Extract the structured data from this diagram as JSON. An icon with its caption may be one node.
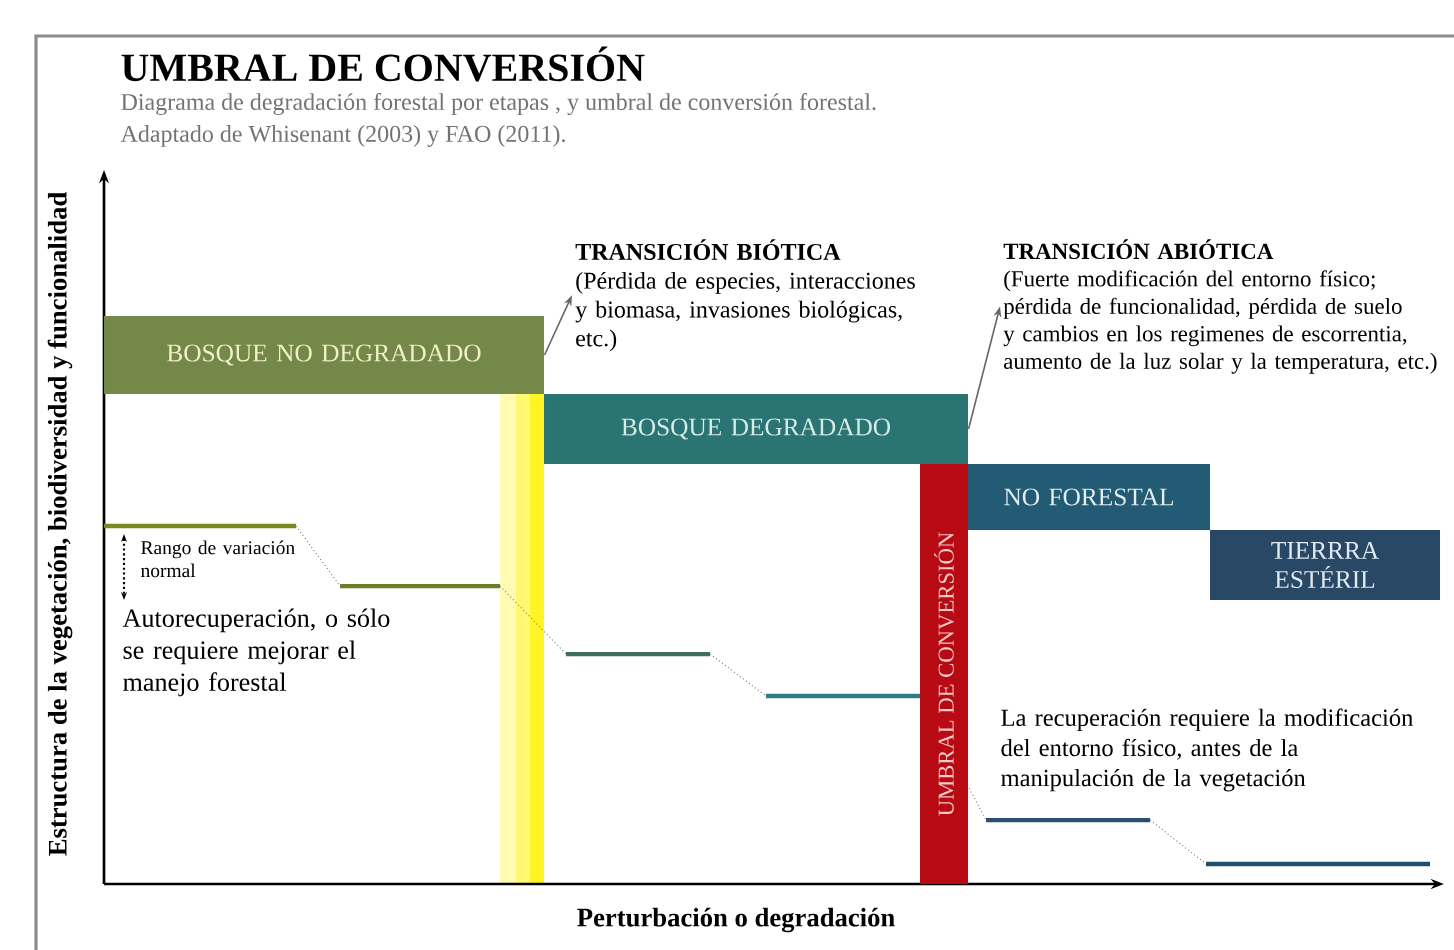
{
  "diagram": {
    "title": "UMBRAL DE CONVERSIÓN",
    "nodes": [
      {
        "text": [
          "BOSQUE NO DEGRADADO"
        ]
      },
      {
        "text": [
          "BOSQUE DEGRADADO"
        ]
      },
      {
        "text": [
          "NO FORESTAL"
        ]
      },
      {
        "text": [
          "TIERRRA ESTÉRIL"
        ]
      },
      {
        "text": [
          "TRANSICIÓN BIÓTICA",
          "(Pérdida de especies, interacciones y biomasa, invasiones biológicas, etc.)"
        ]
      },
      {
        "text": [
          "TRANSICIÓN ABIÓTICA",
          "(Fuerte modificación del entorno físico; pérdida de funcionalidad, pérdida de suelo y cambios en los regimenes de escorrentia, aumento de la luz solar y la temperatura, etc.)"
        ]
      },
      {
        "text": [
          "UMBRAL DE CONVERSIÓN"
        ]
      }
    ],
    "edges": [
      {
        "from": 0,
        "to": 4,
        "arrow": "to"
      },
      {
        "from": 1,
        "to": 5,
        "arrow": "to"
      }
    ],
    "labels": [
      "Diagrama de degradación forestal por etapas , y umbral de conversión forestal.",
      "Adaptado de Whisenant (2003) y FAO (2011).",
      "Rango de variación normal",
      "Autorecuperación, o sólo se requiere mejorar el manejo forestal",
      "La recuperación requiere la modificación del entorno físico, antes de la manipulación de la vegetación",
      "Estructura de la vegetación, biodiversidad y funcionalidad",
      "Perturbación o degradación"
    ]
  }
}
